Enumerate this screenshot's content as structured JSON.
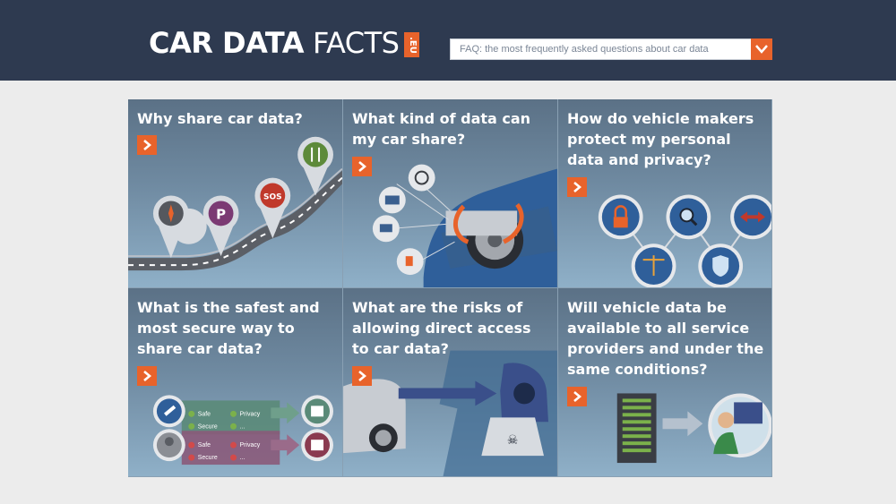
{
  "header": {
    "logo_strong": "CAR DATA",
    "logo_light": "FACTS",
    "logo_badge": ".EU",
    "search_placeholder": "FAQ: the most frequently asked questions about car data",
    "search_icon": "chevron-down-icon"
  },
  "colors": {
    "header_bg": "#2e3a50",
    "accent": "#e8632b",
    "page_bg": "#ececec",
    "tile_bg": "#6f8aa1"
  },
  "tiles": [
    {
      "title": "Why share car data?",
      "arrow_icon": "chevron-right-icon"
    },
    {
      "title": "What kind of data can my car share?",
      "arrow_icon": "chevron-right-icon"
    },
    {
      "title": "How do vehicle makers protect my personal data and privacy?",
      "arrow_icon": "chevron-right-icon"
    },
    {
      "title": "What is the safest and most secure way to share car data?",
      "arrow_icon": "chevron-right-icon",
      "legend": {
        "good": [
          "Safe",
          "Privacy",
          "Secure",
          "..."
        ],
        "bad": [
          "Safe",
          "Privacy",
          "Secure",
          "..."
        ]
      }
    },
    {
      "title": "What are the risks of allowing direct access to car data?",
      "arrow_icon": "chevron-right-icon"
    },
    {
      "title": "Will vehicle data be available to all service providers and under the same conditions?",
      "arrow_icon": "chevron-right-icon"
    }
  ],
  "pins": [
    "SOS",
    "P"
  ]
}
